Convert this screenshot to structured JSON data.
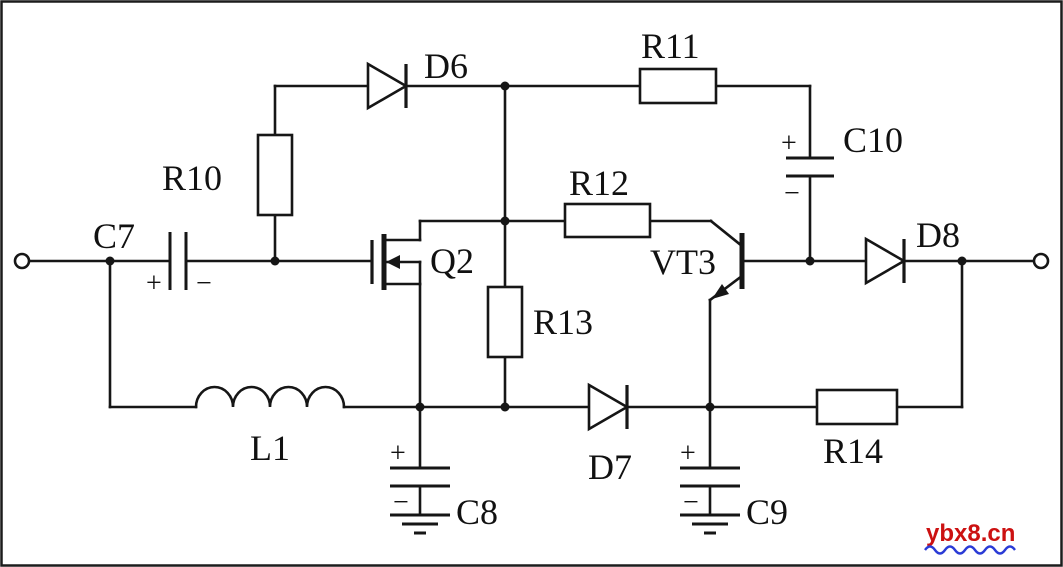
{
  "diagram": {
    "kind": "circuit-schematic",
    "labels": {
      "c7": "C7",
      "r10": "R10",
      "d6": "D6",
      "r11": "R11",
      "c10": "C10",
      "r12": "R12",
      "q2": "Q2",
      "vt3": "VT3",
      "d8": "D8",
      "r13": "R13",
      "l1": "L1",
      "c8": "C8",
      "d7": "D7",
      "c9": "C9",
      "r14": "R14"
    },
    "polarity": {
      "plus": "+",
      "minus": "−"
    },
    "watermark": {
      "text": "ybx8.cn"
    },
    "colors": {
      "line": "#161616",
      "background": "#ffffff",
      "watermark_text": "#cc1111",
      "watermark_underline": "#2a3bd6"
    }
  }
}
